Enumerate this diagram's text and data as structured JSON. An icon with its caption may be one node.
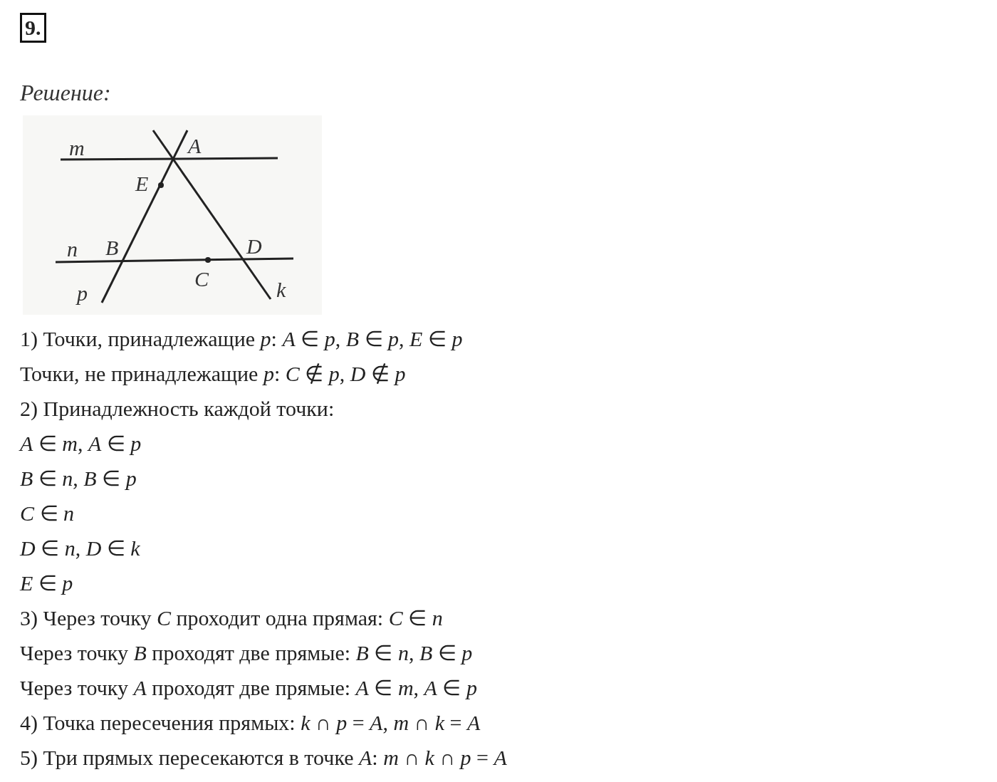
{
  "diagram": {
    "title": "9.",
    "labels": [
      "Решение:",
      "m",
      "A",
      "E",
      "n",
      "B",
      "D",
      "C",
      "p",
      "k",
      "1) Точки, принадлежащие *p*: *A* ∈ *p*, *B* ∈ *p*, *E* ∈ *p*",
      "Точки, не принадлежащие *p*: *C* ∉ *p*, *D* ∉ *p*",
      "2) Принадлежность каждой точки:",
      "*A* ∈ *m*, *A* ∈ *p*",
      "*B* ∈ *n*, *B* ∈ *p*",
      "*C* ∈ *n*",
      "*D* ∈ *n*, *D* ∈ *k*",
      "*E* ∈ *p*",
      "3) Через точку *C* проходит одна прямая: *C* ∈ *n*",
      "Через точку *B* проходят две прямые: *B* ∈ *n*, *B* ∈ *p*",
      "Через точку *A* проходят две прямые: *A* ∈ *m*, *A* ∈ *p*",
      "4) Точка пересечения прямых: *k* ∩ *p* = *A*,  *m* ∩ *k* = *A*",
      "5) Три прямых пересекаются в точке *A*: *m* ∩ *k* ∩ *p* = *A*"
    ]
  }
}
